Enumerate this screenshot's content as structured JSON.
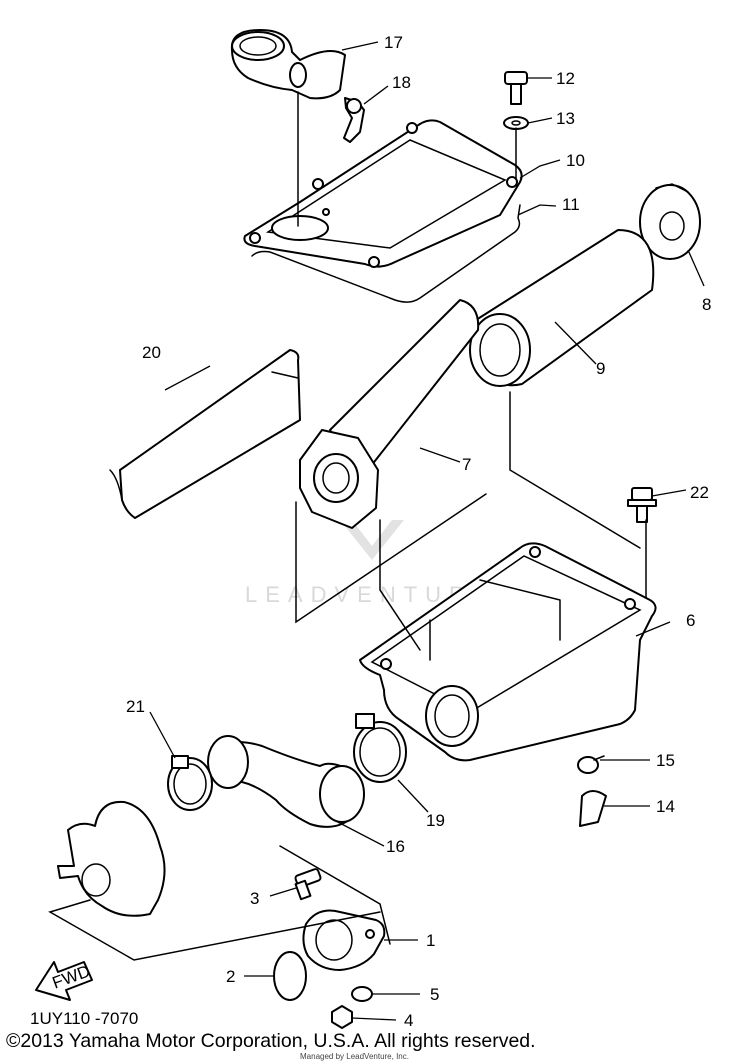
{
  "labels": {
    "p1": "1",
    "p2": "2",
    "p3": "3",
    "p4": "4",
    "p5": "5",
    "p6": "6",
    "p7": "7",
    "p8": "8",
    "p9": "9",
    "p10": "10",
    "p11": "11",
    "p12": "12",
    "p13": "13",
    "p14": "14",
    "p15": "15",
    "p16": "16",
    "p17": "17",
    "p18": "18",
    "p19": "19",
    "p20": "20",
    "p21": "21",
    "p22": "22"
  },
  "fwd": "FWD",
  "diagram_code": "1UY110 -7070",
  "watermark": "LEADVENTURE",
  "copyright": "©2013 Yamaha Motor Corporation, U.S.A. All rights reserved.",
  "managed_by": "Managed by LeadVenture, Inc."
}
